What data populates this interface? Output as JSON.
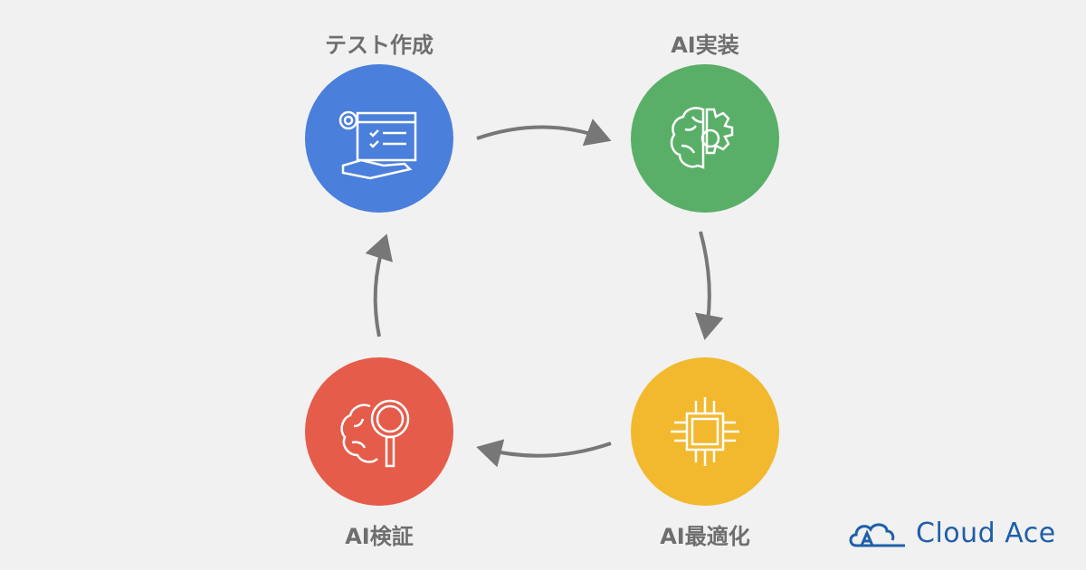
{
  "steps": [
    {
      "label": "テスト作成",
      "icon": "test-creation-icon",
      "color": "#4a7fdb"
    },
    {
      "label": "AI実装",
      "icon": "brain-gear-icon",
      "color": "#5aaf68"
    },
    {
      "label": "AI最適化",
      "icon": "chip-icon",
      "color": "#f2b92f"
    },
    {
      "label": "AI検証",
      "icon": "brain-magnifier-icon",
      "color": "#e55c4a"
    }
  ],
  "arrow_color": "#777777",
  "logo": {
    "text": "Cloud Ace",
    "color": "#1f5fa8"
  }
}
